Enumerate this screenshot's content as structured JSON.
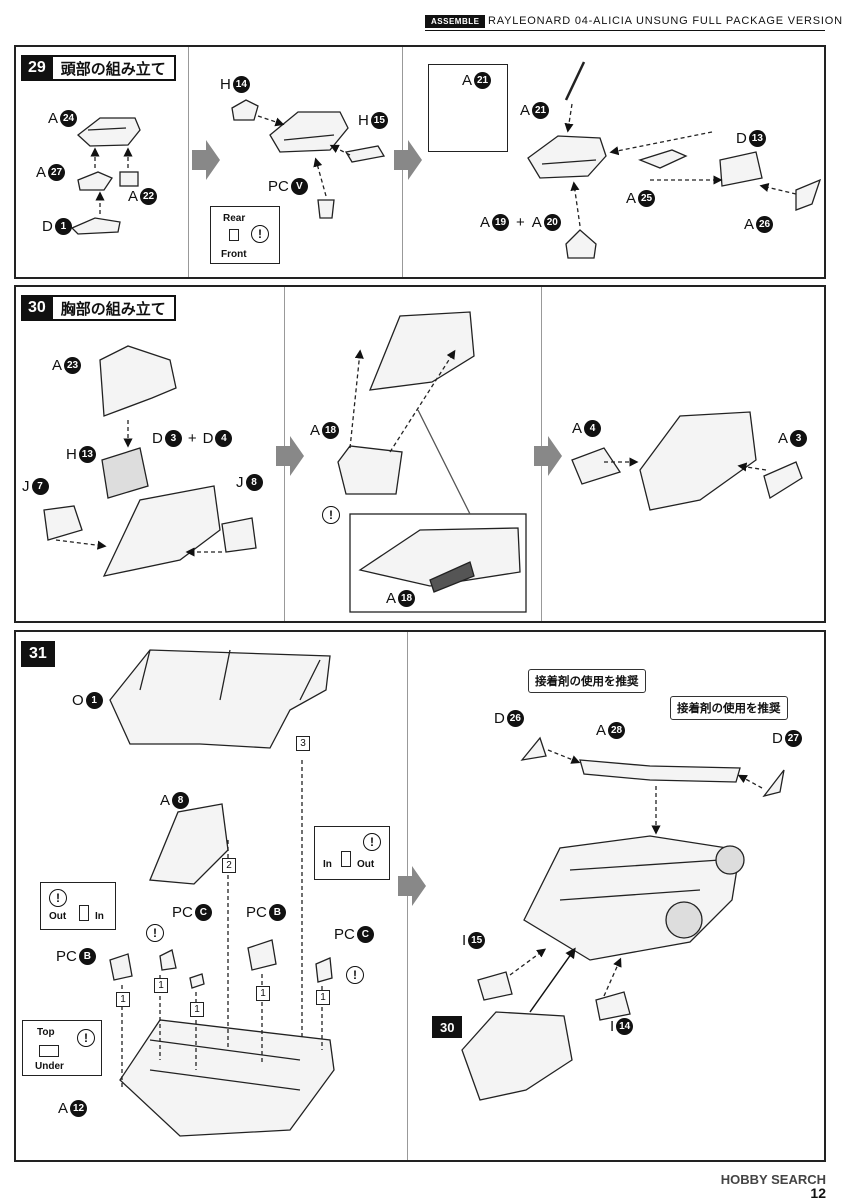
{
  "header": {
    "section_tag": "ASSEMBLE",
    "title": "RAYLEONARD 04-ALICIA UNSUNG FULL PACKAGE VERSION"
  },
  "step29": {
    "number": "29",
    "title": "頭部の組み立て",
    "labels": {
      "a24": {
        "letter": "A",
        "num": "24"
      },
      "a27": {
        "letter": "A",
        "num": "27"
      },
      "a22": {
        "letter": "A",
        "num": "22"
      },
      "d1": {
        "letter": "D",
        "num": "1"
      },
      "h14": {
        "letter": "H",
        "num": "14"
      },
      "h15": {
        "letter": "H",
        "num": "15"
      },
      "pcv": {
        "letter": "PC",
        "num": "V"
      },
      "a21a": {
        "letter": "A",
        "num": "21"
      },
      "a21b": {
        "letter": "A",
        "num": "21"
      },
      "d13": {
        "letter": "D",
        "num": "13"
      },
      "a25": {
        "letter": "A",
        "num": "25"
      },
      "a26": {
        "letter": "A",
        "num": "26"
      },
      "a19": {
        "letter": "A",
        "num": "19"
      },
      "a20": {
        "letter": "A",
        "num": "20"
      },
      "plus": "+"
    },
    "orientation_note": {
      "top": "Rear",
      "bottom": "Front",
      "mark": "!"
    }
  },
  "step30": {
    "number": "30",
    "title": "胸部の組み立て",
    "labels": {
      "a23": {
        "letter": "A",
        "num": "23"
      },
      "h13": {
        "letter": "H",
        "num": "13"
      },
      "d3": {
        "letter": "D",
        "num": "3"
      },
      "d4": {
        "letter": "D",
        "num": "4"
      },
      "j7": {
        "letter": "J",
        "num": "7"
      },
      "j8": {
        "letter": "J",
        "num": "8"
      },
      "a18a": {
        "letter": "A",
        "num": "18"
      },
      "a18b": {
        "letter": "A",
        "num": "18"
      },
      "a4": {
        "letter": "A",
        "num": "4"
      },
      "a3": {
        "letter": "A",
        "num": "3"
      },
      "plus": "+",
      "mark": "!"
    }
  },
  "step31": {
    "number": "31",
    "labels": {
      "o1": {
        "letter": "O",
        "num": "1"
      },
      "a8": {
        "letter": "A",
        "num": "8"
      },
      "pcc1": {
        "letter": "PC",
        "num": "C"
      },
      "pcb1": {
        "letter": "PC",
        "num": "B"
      },
      "pcb2": {
        "letter": "PC",
        "num": "B"
      },
      "pcc2": {
        "letter": "PC",
        "num": "C"
      },
      "a12": {
        "letter": "A",
        "num": "12"
      },
      "d26": {
        "letter": "D",
        "num": "26"
      },
      "a28": {
        "letter": "A",
        "num": "28"
      },
      "d27": {
        "letter": "D",
        "num": "27"
      },
      "i15": {
        "letter": "I",
        "num": "15"
      },
      "i14": {
        "letter": "I",
        "num": "14"
      }
    },
    "glue_note_1": "接着剤の使用を推奨",
    "glue_note_2": "接着剤の使用を推奨",
    "out_in_note": {
      "left": "Out",
      "right": "In",
      "mark": "!"
    },
    "in_out_note": {
      "left": "In",
      "right": "Out",
      "mark": "!"
    },
    "top_under_note": {
      "top": "Top",
      "bottom": "Under",
      "mark": "!"
    },
    "subassembly_ref": "30",
    "sequence_numbers": [
      "1",
      "1",
      "1",
      "1",
      "1",
      "2",
      "3"
    ]
  },
  "footer": {
    "brand": "HOBBY SEARCH",
    "page": "12"
  }
}
